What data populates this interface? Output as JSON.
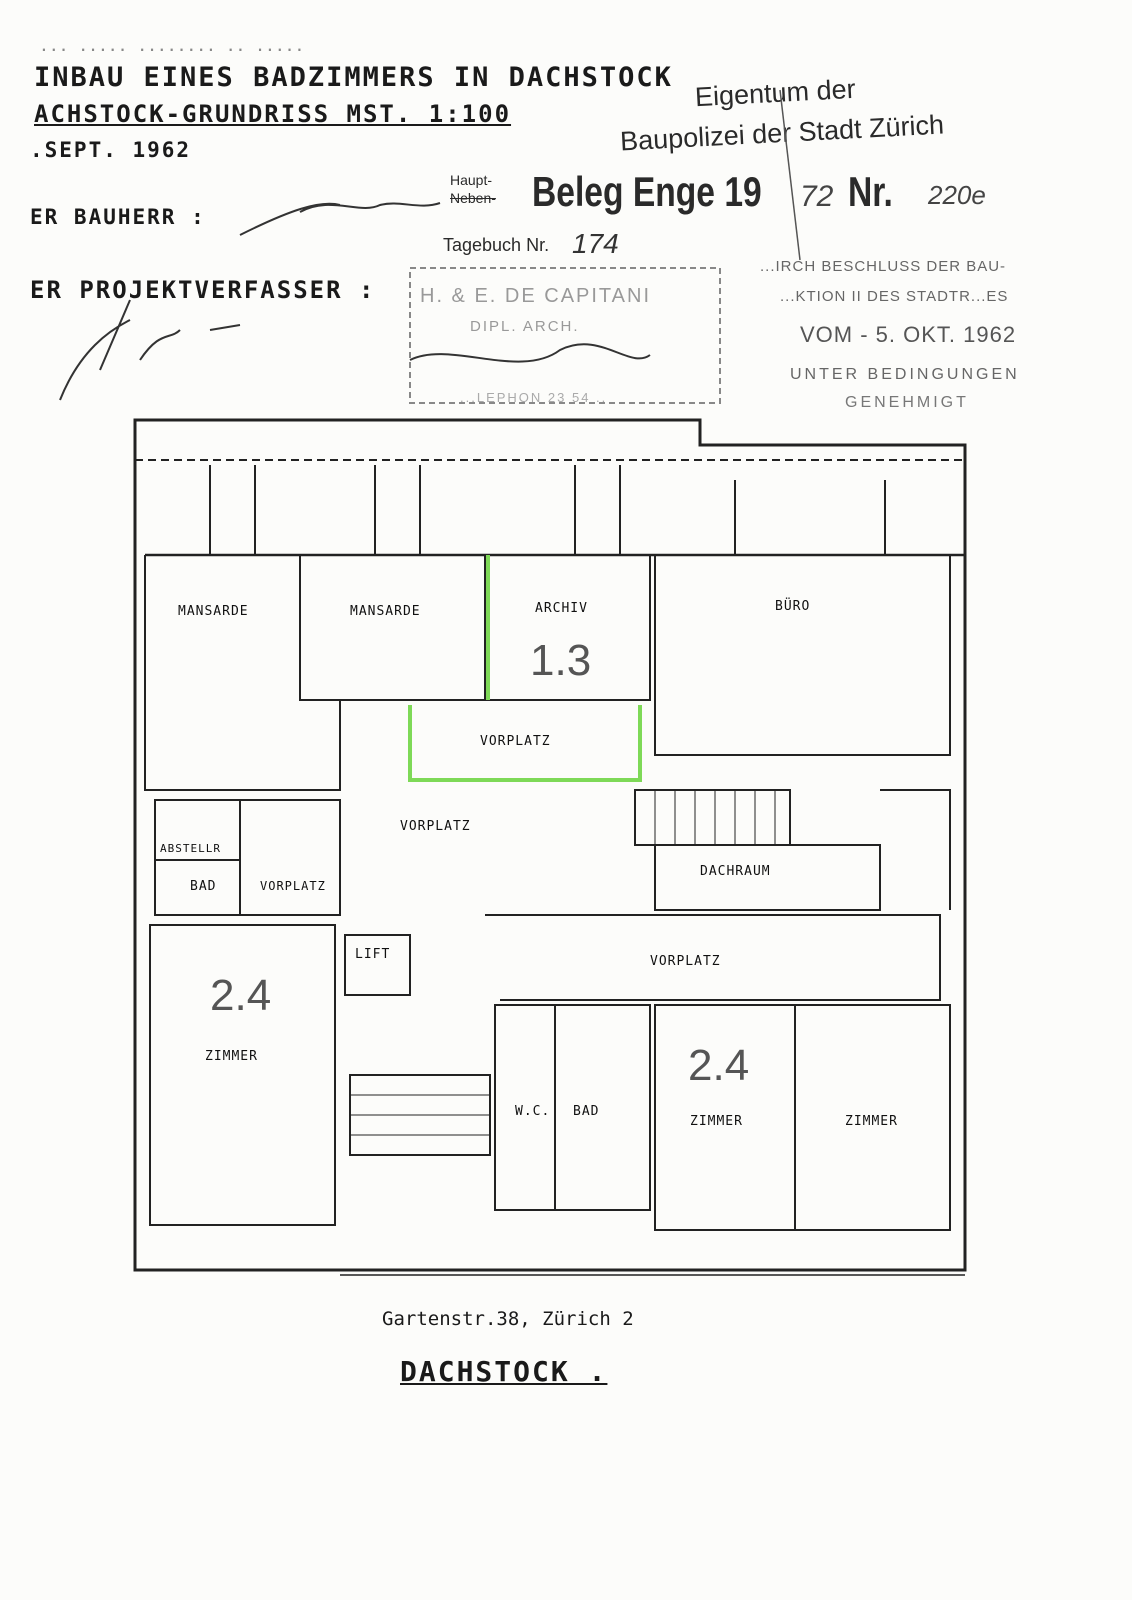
{
  "header": {
    "line0": "... ..... ........ .. .....",
    "line1": "INBAU EINES BADZIMMERS IN DACHSTOCK",
    "line2": "ACHSTOCK-GRUNDRISS MST. 1:100",
    "line3": ".SEPT. 1962",
    "bauherr_label": "ER BAUHERR :",
    "projektverfasser_label": "ER PROJEKTVERFASSER :"
  },
  "stamp": {
    "eigentum_line1": "Eigentum der",
    "eigentum_line2": "Baupolizei der Stadt Zürich",
    "haupt": "Haupt-",
    "neben": "Neben-",
    "beleg": "Beleg Enge 19",
    "beleg_year": "72",
    "nr_label": "Nr.",
    "nr_value": "220e",
    "tagebuch_label": "Tagebuch Nr.",
    "tagebuch_value": "174",
    "approval_line1": "...IRCH BESCHLUSS DER BAU-",
    "approval_line2": "...KTION II DES STADTR...ES",
    "approval_line3": "VOM - 5. OKT. 1962",
    "approval_line4": "UNTER BEDINGUNGEN",
    "approval_line5": "GENEHMIGT",
    "architect_line1": "H. & E. DE CAPITANI",
    "architect_line2": "DIPL. ARCH.",
    "architect_line3": "...LEPHON 23 54 .."
  },
  "rooms": {
    "mansarde1": "MANSARDE",
    "mansarde2": "MANSARDE",
    "archiv": "ARCHIV",
    "archiv_num": "1.3",
    "buero": "BÜRO",
    "vorplatz_top": "VORPLATZ",
    "vorplatz_center": "VORPLATZ",
    "abstell": "ABSTELLR",
    "bad_left": "BAD",
    "vorplatz_left": "VORPLATZ",
    "dachraum": "DACHRAUM",
    "lift": "LIFT",
    "vorplatz_right": "VORPLATZ",
    "zimmer_left_num": "2.4",
    "zimmer_left": "ZIMMER",
    "wc": "W.C.",
    "bad_center": "BAD",
    "zimmer_mid_num": "2.4",
    "zimmer_mid": "ZIMMER",
    "zimmer_right": "ZIMMER"
  },
  "footer": {
    "address": "Gartenstr.38, Zürich 2",
    "title": "DACHSTOCK ."
  },
  "colors": {
    "ink": "#1a1a1a",
    "highlight": "#7ed957"
  }
}
